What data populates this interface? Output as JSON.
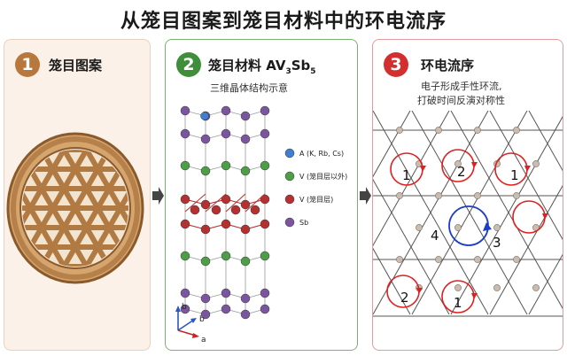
{
  "title": "从笼目图案到笼目材料中的环电流序",
  "panel1": {
    "number": "1",
    "title": "笼目图案"
  },
  "panel2": {
    "number": "2",
    "title_prefix": "笼目材料 AV",
    "sub1": "3",
    "mid": "Sb",
    "sub2": "5",
    "subtitle": "三维晶体结构示意",
    "legend": [
      {
        "label": "A (K, Rb, Cs)",
        "color": "#3f7fd0"
      },
      {
        "label": "V (笼目层以外)",
        "color": "#4e9e48"
      },
      {
        "label": "V (笼目层)",
        "color": "#b53030"
      },
      {
        "label": "Sb",
        "color": "#7b55a0"
      }
    ],
    "axes": {
      "b_up": "b",
      "b_diag": "b",
      "a": "a"
    }
  },
  "panel3": {
    "number": "3",
    "title": "环电流序",
    "desc1": "电子形成手性环流,",
    "desc2": "打破时间反演对称性",
    "loop_labels": [
      "1",
      "2",
      "1",
      "4",
      "3",
      "2",
      "1"
    ]
  },
  "colors": {
    "badge1": "#b8773d",
    "badge2": "#3f8f3a",
    "badge3": "#d32f2f",
    "loop": "#e02020",
    "center_loop": "#1d3fc4"
  }
}
